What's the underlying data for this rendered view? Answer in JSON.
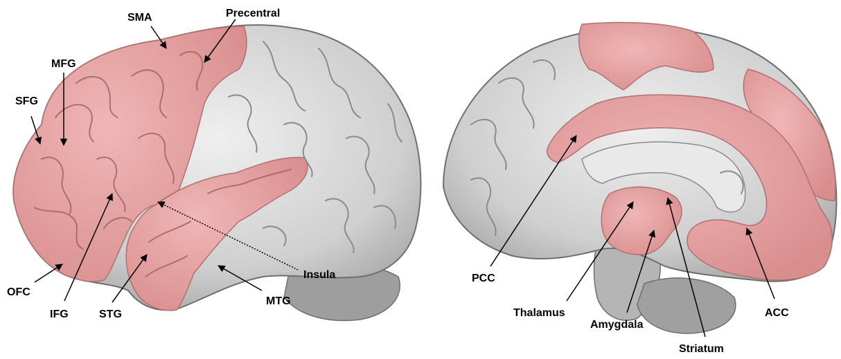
{
  "labels": {
    "sma": "SMA",
    "precentral": "Precentral",
    "mfg": "MFG",
    "sfg": "SFG",
    "ofc": "OFC",
    "ifg": "IFG",
    "stg": "STG",
    "mtg": "MTG",
    "insula": "Insula",
    "pcc": "PCC",
    "thalamus": "Thalamus",
    "amygdala": "Amygdala",
    "striatum": "Striatum",
    "acc": "ACC"
  },
  "colors": {
    "highlight": "#e8a4a4",
    "brain_gray": "#c9c9c9",
    "sulcus": "#8a8a8a",
    "outline": "#6e6e6e"
  }
}
